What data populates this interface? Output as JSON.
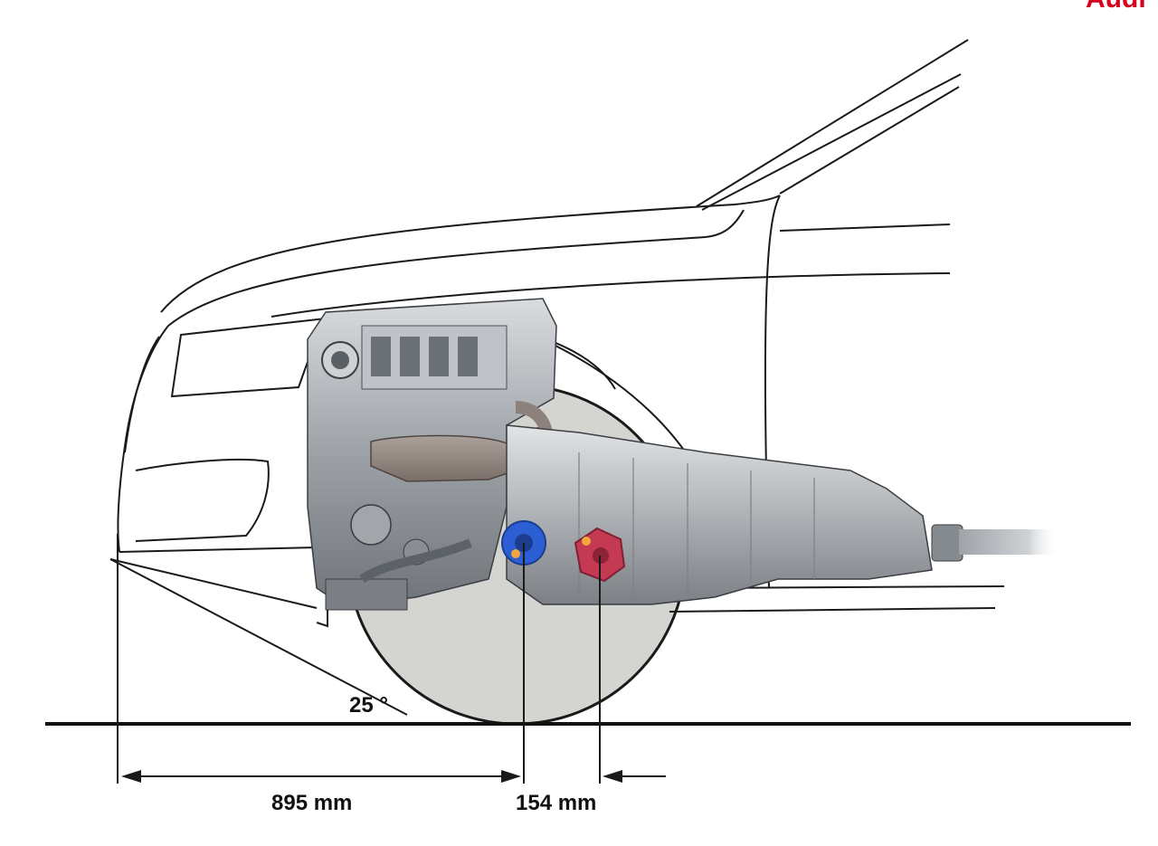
{
  "brand": {
    "logo_text": "Audi",
    "color": "#d7001e"
  },
  "dimensions": {
    "angle_label": "25 °",
    "front_to_axle_label": "895 mm",
    "axle_offset_label": "154 mm"
  },
  "colors": {
    "wheel_fill": "#d4d4d1",
    "outline": "#1a1a1a",
    "ground": "#111111",
    "front_axle_marker": "#2c5fd4",
    "diff_marker": "#c43a52",
    "engine_metal": "#9a9ea2",
    "manifold": "#8f8580"
  }
}
